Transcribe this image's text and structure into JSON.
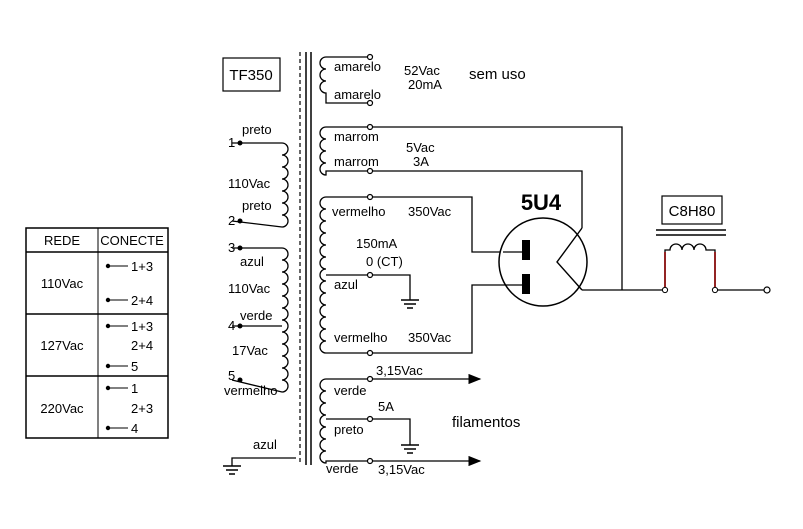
{
  "diagram": {
    "transformer_model": "TF350",
    "tube_model": "5U4",
    "choke_model": "C8H80",
    "secondary": {
      "amarelo_1": "amarelo",
      "amarelo_2": "amarelo",
      "amarelo_voltage": "52Vac",
      "amarelo_current": "20mA",
      "unused_note": "sem uso",
      "marrom_1": "marrom",
      "marrom_2": "marrom",
      "marrom_voltage": "5Vac",
      "marrom_current": "3A",
      "vermelho_1": "vermelho",
      "vermelho_1_voltage": "350Vac",
      "ht_current": "150mA",
      "center_tap": "0 (CT)",
      "azul": "azul",
      "vermelho_2": "vermelho",
      "vermelho_2_voltage": "350Vac",
      "verde_1": "verde",
      "verde_1_voltage": "3,15Vac",
      "fil_current": "5A",
      "preto": "preto",
      "fil_note": "filamentos",
      "verde_2": "verde",
      "verde_2_voltage": "3,15Vac"
    },
    "primary": {
      "pin1_num": "1",
      "pin1_color": "preto",
      "v110_a": "110Vac",
      "pin2_num": "2",
      "pin2_color": "preto",
      "pin3_num": "3",
      "pin3_color": "azul",
      "v110_b": "110Vac",
      "pin4_num": "4",
      "pin4_color": "verde",
      "v17": "17Vac",
      "pin5_num": "5",
      "pin5_color": "vermelho",
      "ground_color": "azul"
    },
    "table": {
      "header_rede": "REDE",
      "header_conecte": "CONECTE",
      "rows": [
        {
          "rede": "110Vac",
          "c1": "1+3",
          "c2": "2+4",
          "c3": ""
        },
        {
          "rede": "127Vac",
          "c1": "1+3",
          "c2": "2+4",
          "c3": "5"
        },
        {
          "rede": "220Vac",
          "c1": "1",
          "c2": "2+3",
          "c3": "4"
        }
      ]
    }
  }
}
